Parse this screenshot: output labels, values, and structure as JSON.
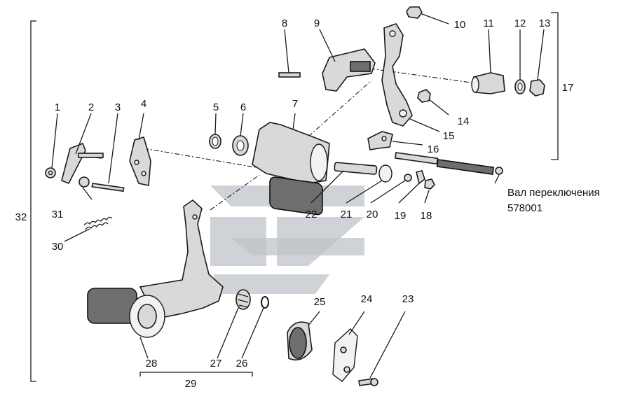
{
  "callouts": {
    "c1": "1",
    "c2": "2",
    "c3": "3",
    "c4": "4",
    "c5": "5",
    "c6": "6",
    "c7": "7",
    "c8": "8",
    "c9": "9",
    "c10": "10",
    "c11": "11",
    "c12": "12",
    "c13": "13",
    "c14": "14",
    "c15": "15",
    "c16": "16",
    "c17": "17",
    "c18": "18",
    "c19": "19",
    "c20": "20",
    "c21": "21",
    "c22": "22",
    "c23": "23",
    "c24": "24",
    "c25": "25",
    "c26": "26",
    "c27": "27",
    "c28": "28",
    "c29": "29",
    "c30": "30",
    "c31": "31",
    "c32": "32"
  },
  "caption": {
    "line1": "Вал переключения",
    "line2": "578001"
  },
  "colors": {
    "line": "#1a1a1a",
    "watermark": "#bfc4c9"
  }
}
